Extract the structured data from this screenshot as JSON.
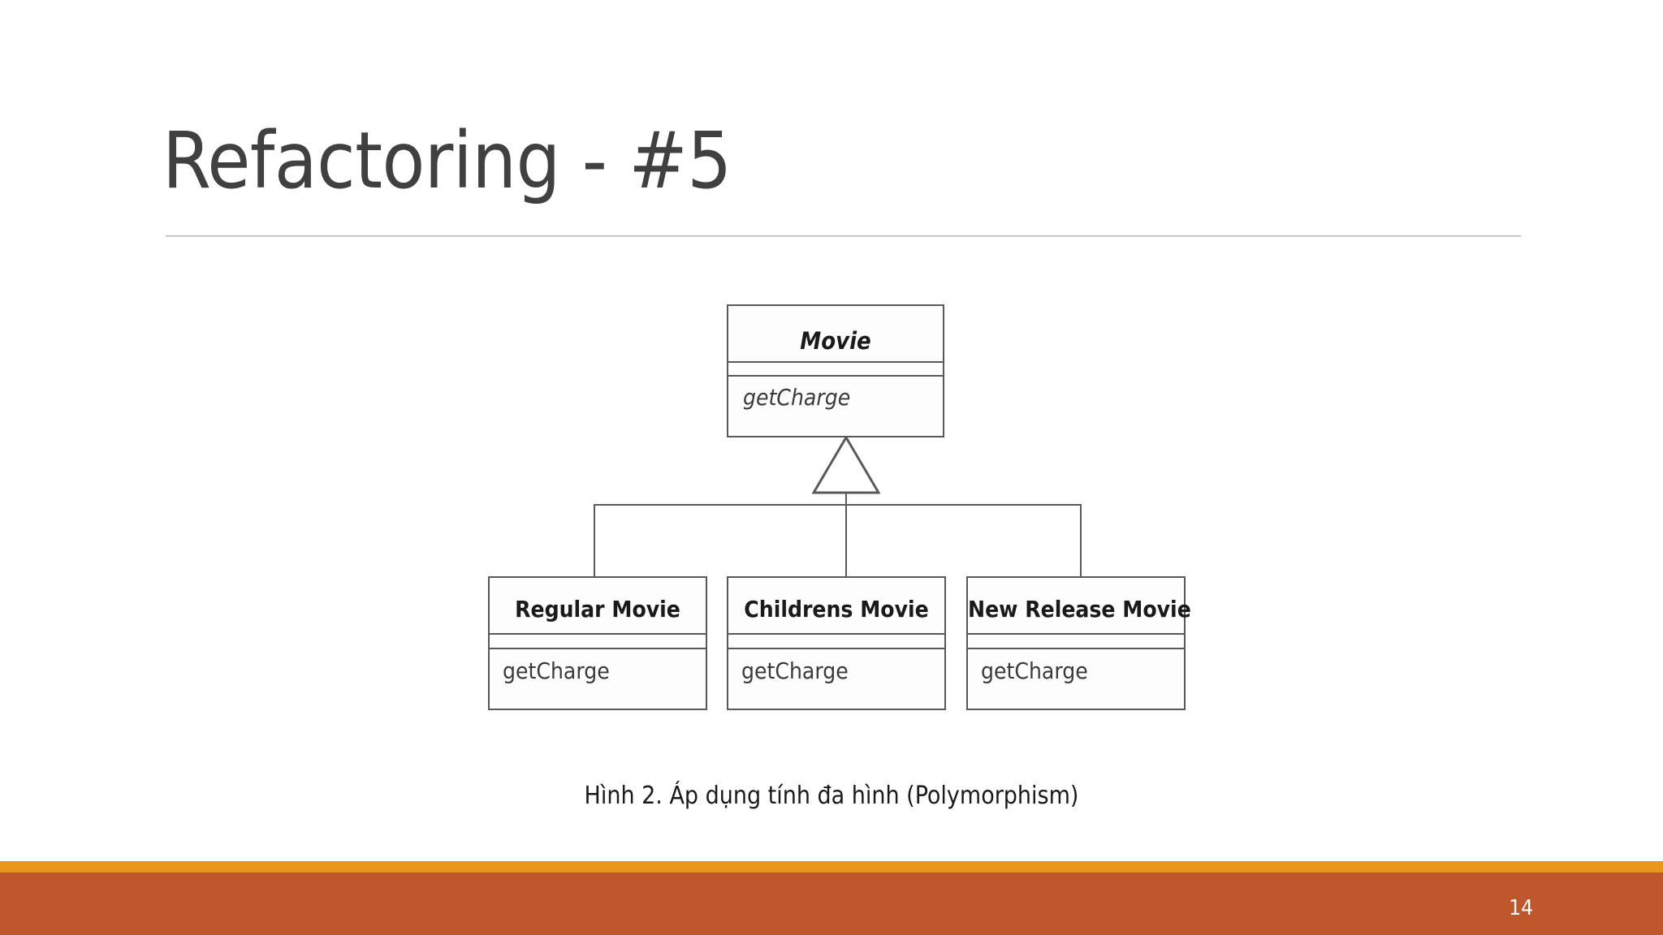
{
  "slide": {
    "title": "Refactoring - #5",
    "page_number": "14",
    "caption": "Hình 2. Áp dụng tính đa hình (Polymorphism)",
    "accent_stripe_color": "#e8961a",
    "accent_band_color": "#c0572c",
    "title_color": "#404040"
  },
  "diagram": {
    "type": "uml-class-diagram",
    "relationship": "generalization",
    "superclass": {
      "name": "Movie",
      "name_style": "bold-italic",
      "attributes": [],
      "methods": [
        "getCharge"
      ],
      "method_style": "italic"
    },
    "subclasses": [
      {
        "name": "Regular Movie",
        "name_style": "bold",
        "attributes": [],
        "methods": [
          "getCharge"
        ],
        "method_style": "regular"
      },
      {
        "name": "Childrens Movie",
        "name_style": "bold",
        "attributes": [],
        "methods": [
          "getCharge"
        ],
        "method_style": "regular"
      },
      {
        "name": "New Release Movie",
        "name_style": "bold",
        "attributes": [],
        "methods": [
          "getCharge"
        ],
        "method_style": "regular"
      }
    ],
    "line_color": "#595959"
  }
}
